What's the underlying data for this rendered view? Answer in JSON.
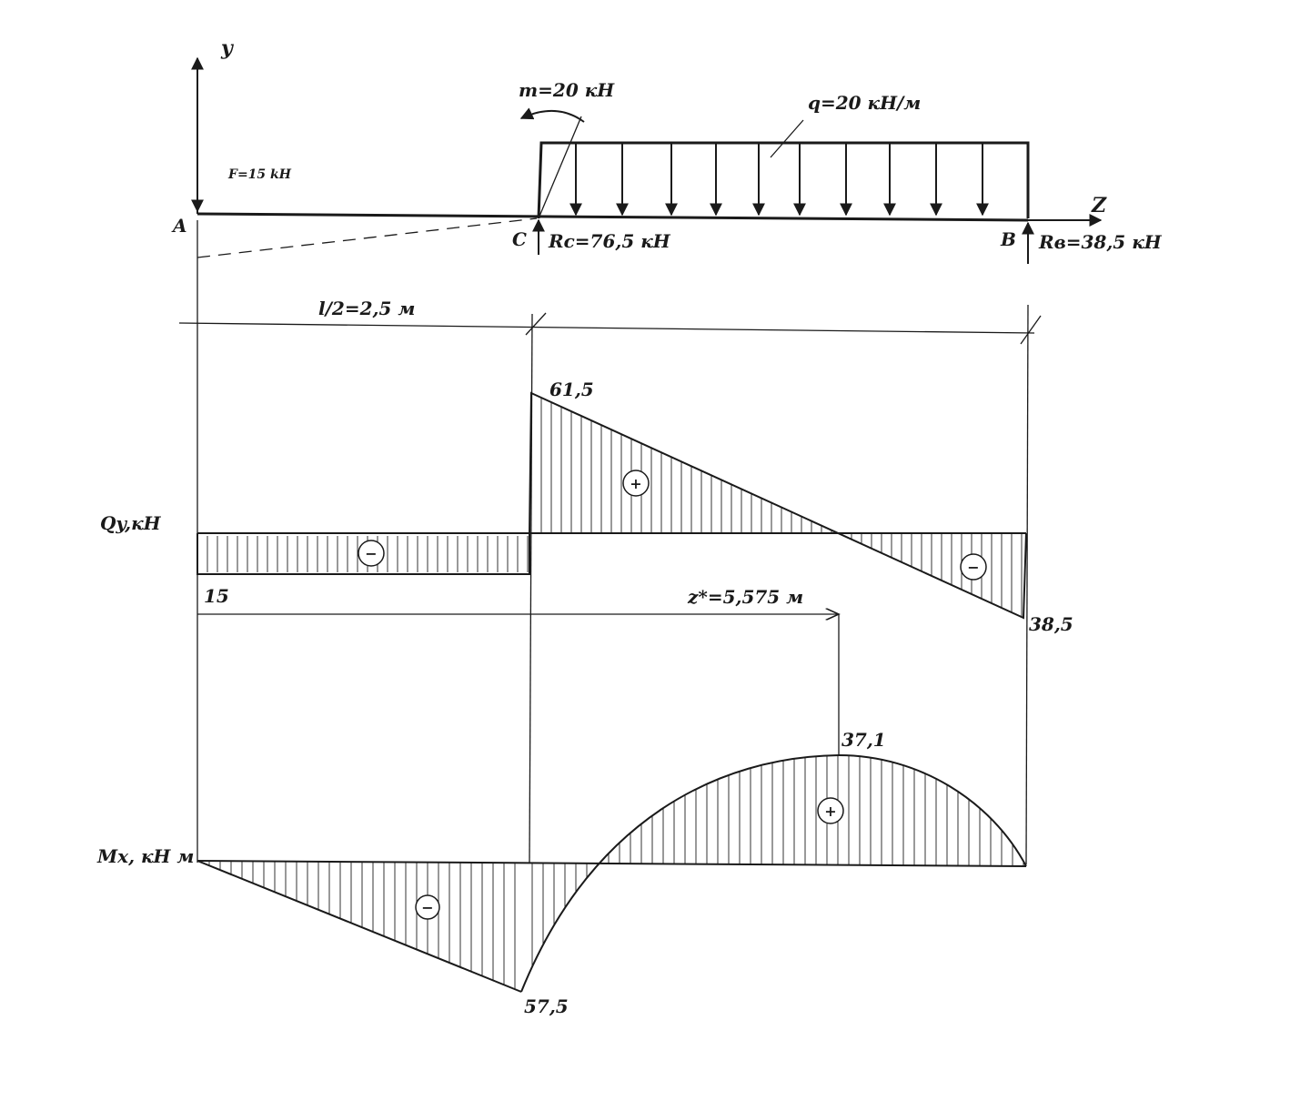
{
  "axes": {
    "y": "y",
    "z": "Z"
  },
  "points": {
    "a": "A",
    "c": "C",
    "b": "B"
  },
  "loads": {
    "force": "F=15 kH",
    "moment": "m=20 кН",
    "distributed": "q=20 кН/м",
    "reaction_c": "Rc=76,5 кН",
    "reaction_b": "Rв=38,5 кН"
  },
  "dimensions": {
    "half_span": "l/2=2,5 м",
    "z_star": "z*=5,575 м"
  },
  "shear_diagram": {
    "label": "Qy,кН",
    "values": {
      "a": "15",
      "c": "61,5",
      "b": "38,5"
    },
    "signs": {
      "left": "−",
      "middle": "+",
      "right": "−"
    }
  },
  "moment_diagram": {
    "label": "Mx, кН м",
    "values": {
      "c": "57,5",
      "max": "37,1"
    },
    "signs": {
      "left": "−",
      "right": "+"
    }
  },
  "chart_data": {
    "type": "line",
    "series": [
      {
        "name": "Qy,кН",
        "x": [
          0,
          2.5,
          2.5,
          5.575,
          8.5
        ],
        "values": [
          -15,
          -15,
          61.5,
          0,
          -38.5
        ]
      },
      {
        "name": "Mx, кН м",
        "x": [
          0,
          2.5,
          5.575,
          8.5
        ],
        "values": [
          0,
          -57.5,
          37.1,
          0
        ]
      }
    ]
  }
}
